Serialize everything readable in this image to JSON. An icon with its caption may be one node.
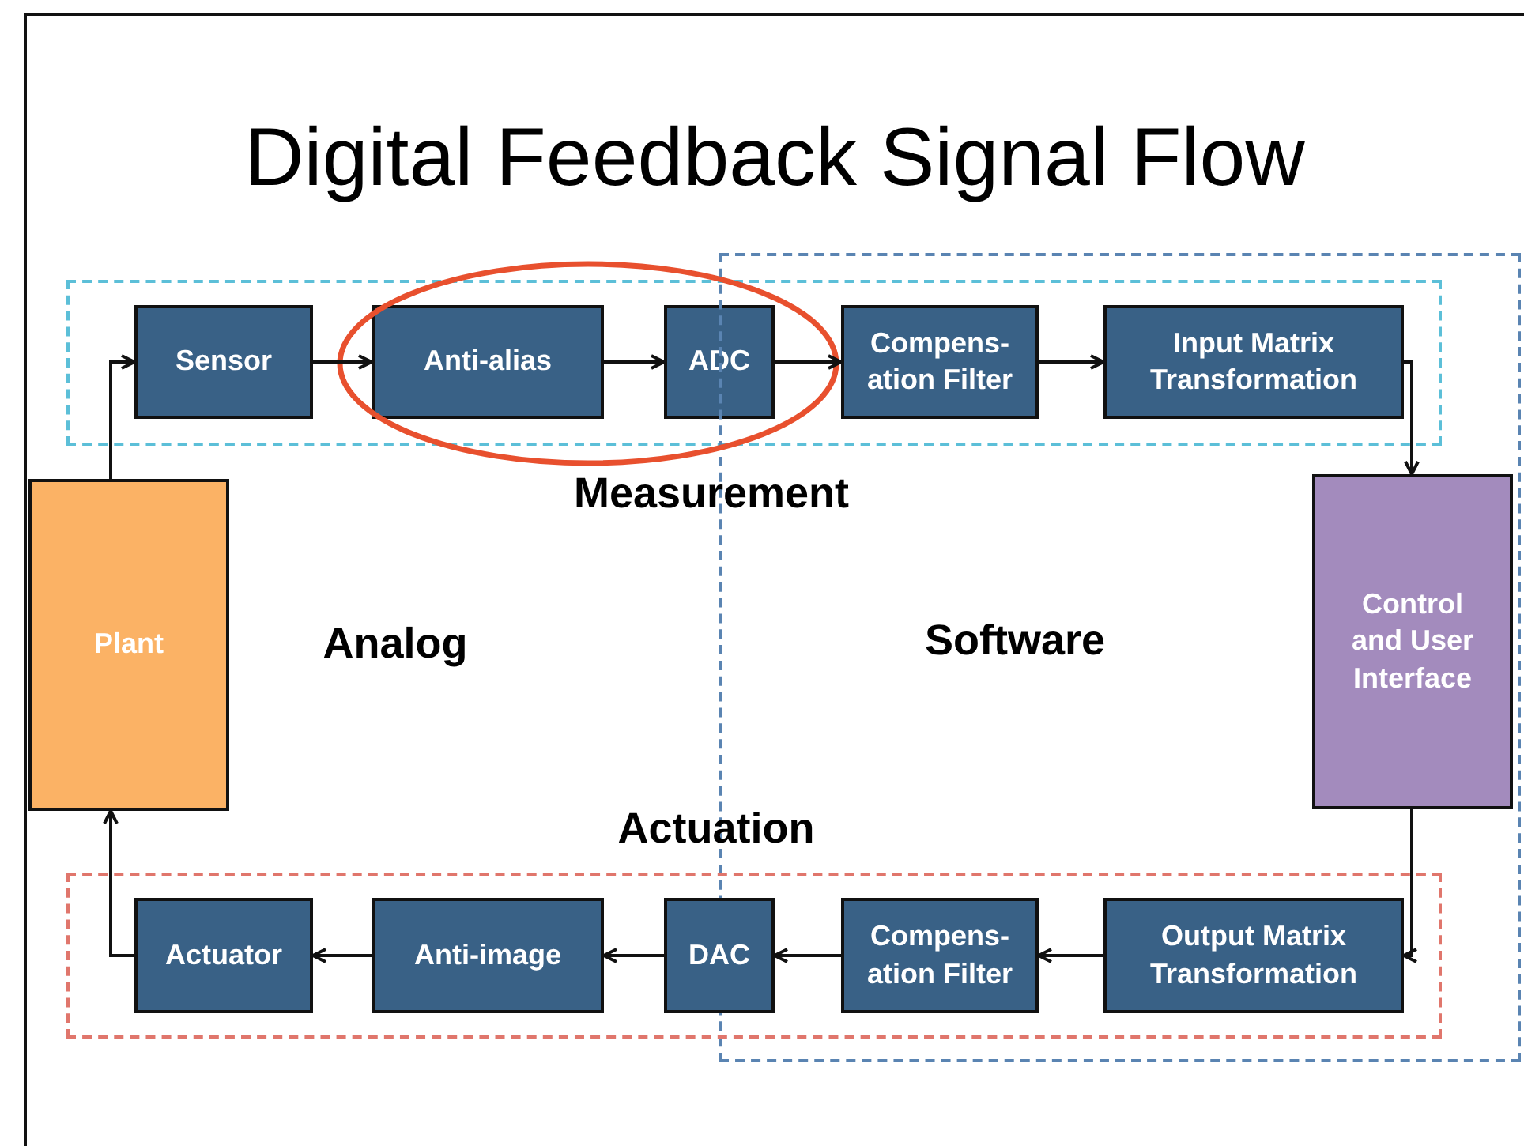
{
  "diagram": {
    "title": "Digital Feedback Signal Flow",
    "nodes": [
      {
        "text": [],
        "shape": "box"
      },
      {
        "text": [
          "Sensor"
        ],
        "in": 0
      },
      {
        "text": [
          "Anti-alias"
        ],
        "in": 0
      },
      {
        "text": [
          "ADC"
        ],
        "in": 0
      },
      {
        "text": [
          "Software"
        ]
      },
      {
        "text": [
          "Compens- ation Filter"
        ]
      },
      {
        "text": [
          "Input Matrix Transformation"
        ]
      },
      {
        "text": [
          "Plant"
        ]
      },
      {
        "text": [
          "Control and User Interface"
        ],
        "in": 4
      },
      {
        "text": [],
        "shape": "box"
      },
      {
        "text": [
          "Output Matrix Transformation"
        ]
      },
      {
        "text": [
          "Compens- ation Filter"
        ]
      },
      {
        "text": [
          "DAC"
        ],
        "in": 9
      },
      {
        "text": [
          "Anti-image"
        ],
        "in": 9
      },
      {
        "text": [
          "Actuator"
        ],
        "in": 9
      }
    ],
    "edges": [
      {
        "from": 7,
        "to": 1,
        "arrow": "to"
      },
      {
        "from": 1,
        "to": 2,
        "arrow": "to"
      },
      {
        "from": 2,
        "to": 3,
        "arrow": "to"
      },
      {
        "from": 3,
        "to": 5,
        "arrow": "to"
      },
      {
        "from": 5,
        "to": 6,
        "arrow": "to"
      },
      {
        "from": 6,
        "to": 8,
        "arrow": "to"
      },
      {
        "from": 8,
        "to": 10,
        "arrow": "to"
      },
      {
        "from": 10,
        "to": 11,
        "arrow": "to"
      },
      {
        "from": 11,
        "to": 12,
        "arrow": "to"
      },
      {
        "from": 12,
        "to": 13,
        "arrow": "to"
      },
      {
        "from": 13,
        "to": 14,
        "arrow": "to"
      },
      {
        "from": 14,
        "to": 7,
        "arrow": "to"
      }
    ],
    "labels": [
      "Measurement",
      "Analog",
      "Actuation"
    ]
  }
}
